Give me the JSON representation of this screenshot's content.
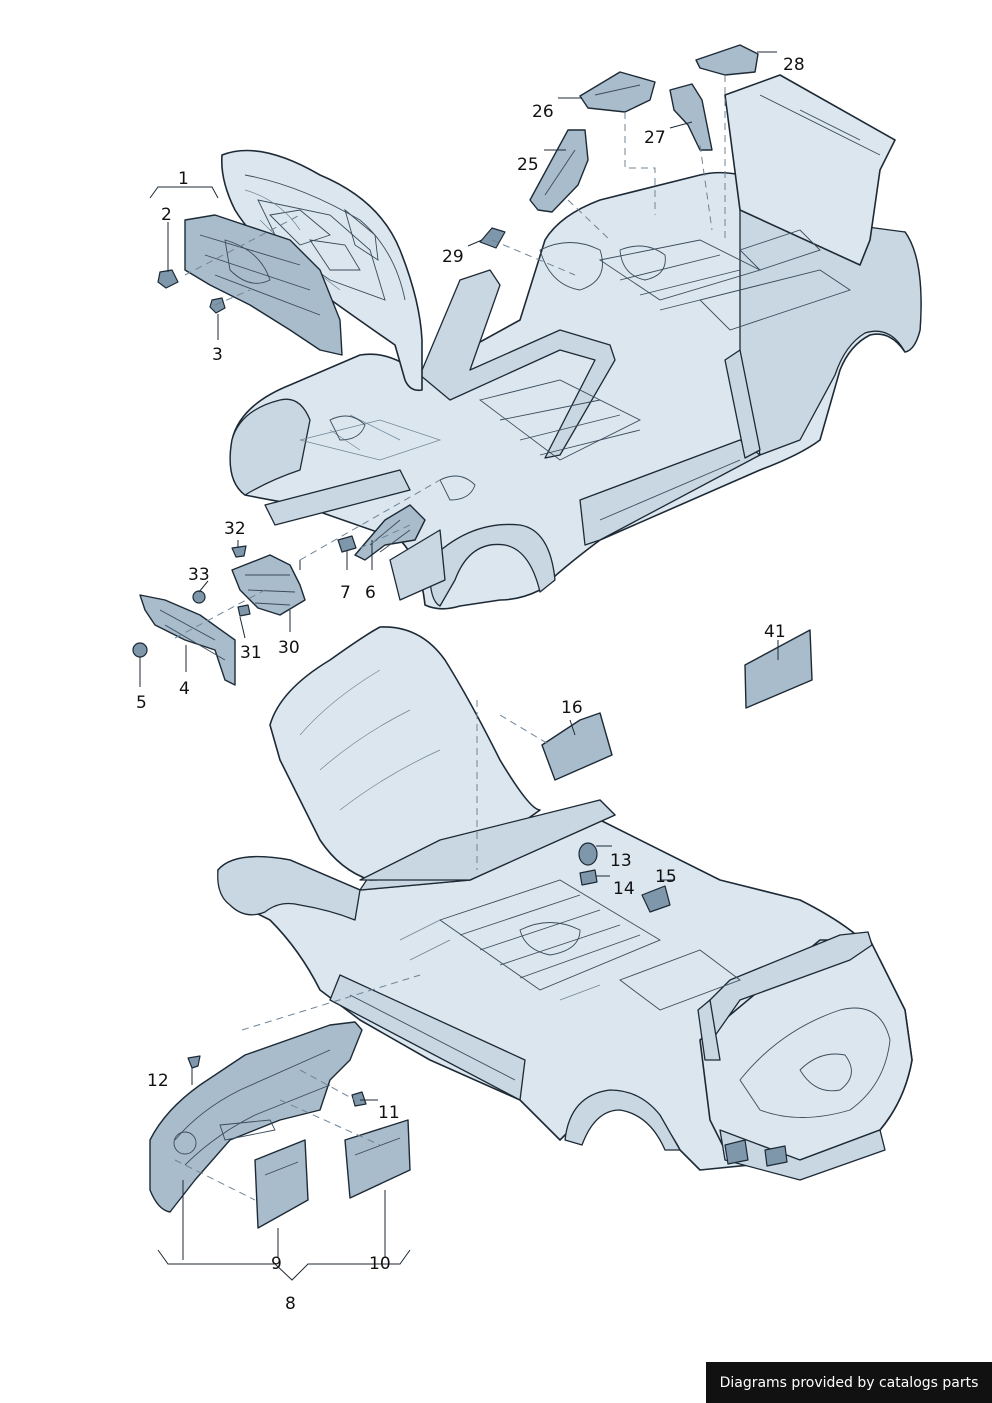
{
  "footer": {
    "text": "Diagrams provided by catalogs parts"
  },
  "callouts": [
    {
      "id": "1",
      "label": "1"
    },
    {
      "id": "2",
      "label": "2"
    },
    {
      "id": "3",
      "label": "3"
    },
    {
      "id": "4",
      "label": "4"
    },
    {
      "id": "5",
      "label": "5"
    },
    {
      "id": "6",
      "label": "6"
    },
    {
      "id": "7",
      "label": "7"
    },
    {
      "id": "8",
      "label": "8"
    },
    {
      "id": "9",
      "label": "9"
    },
    {
      "id": "10",
      "label": "10"
    },
    {
      "id": "11",
      "label": "11"
    },
    {
      "id": "12",
      "label": "12"
    },
    {
      "id": "13",
      "label": "13"
    },
    {
      "id": "14",
      "label": "14"
    },
    {
      "id": "15",
      "label": "15"
    },
    {
      "id": "16",
      "label": "16"
    },
    {
      "id": "25",
      "label": "25"
    },
    {
      "id": "26",
      "label": "26"
    },
    {
      "id": "27",
      "label": "27"
    },
    {
      "id": "28",
      "label": "28"
    },
    {
      "id": "29",
      "label": "29"
    },
    {
      "id": "30",
      "label": "30"
    },
    {
      "id": "31",
      "label": "31"
    },
    {
      "id": "32",
      "label": "32"
    },
    {
      "id": "33",
      "label": "33"
    },
    {
      "id": "41",
      "label": "41"
    }
  ],
  "colors": {
    "body": "#dbe6ee",
    "part": "#a9bccb",
    "outline": "#1d2a36",
    "badge": "#111111"
  }
}
